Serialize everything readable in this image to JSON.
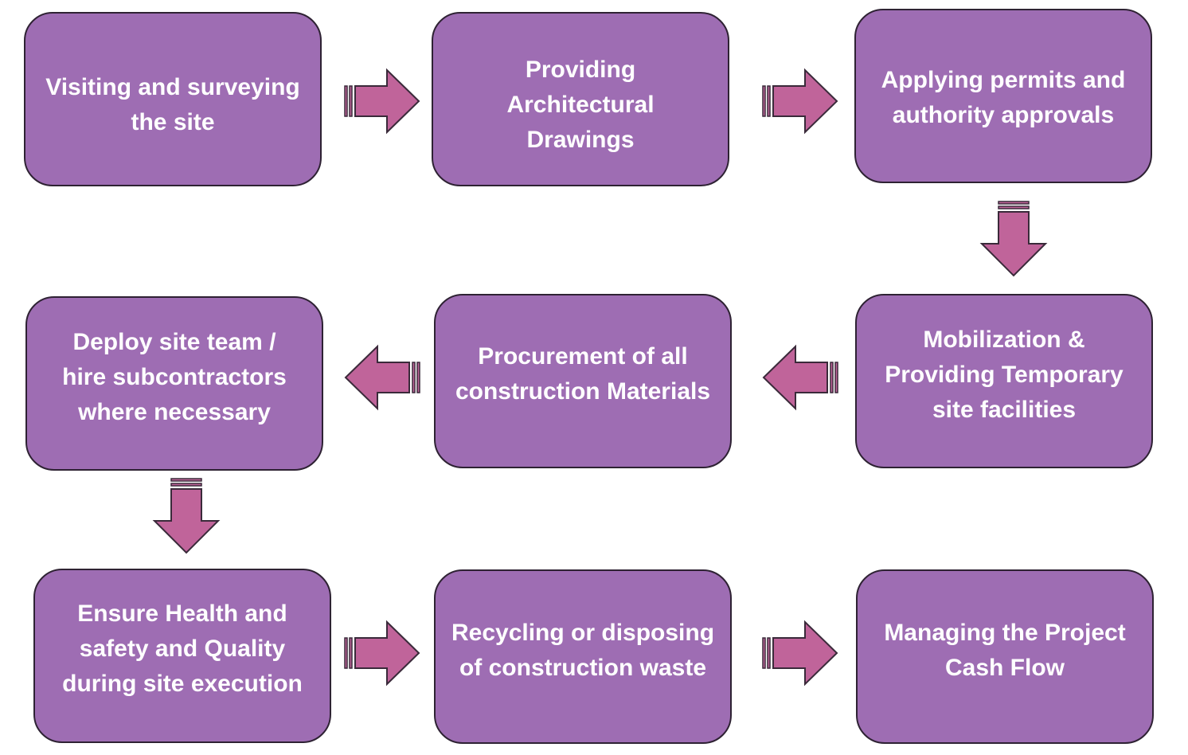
{
  "steps": [
    {
      "label": "Visiting and surveying\nthe site"
    },
    {
      "label": "Providing\nArchitectural\nDrawings"
    },
    {
      "label": "Applying permits and\nauthority approvals"
    },
    {
      "label": "Mobilization &\nProviding Temporary\nsite facilities"
    },
    {
      "label": "Procurement of all\nconstruction Materials"
    },
    {
      "label": "Deploy site team /\nhire subcontractors\nwhere necessary"
    },
    {
      "label": "Ensure Health and\nsafety and Quality\nduring site execution"
    },
    {
      "label": "Recycling or disposing\nof construction waste"
    },
    {
      "label": "Managing the Project\nCash Flow"
    }
  ],
  "colors": {
    "box_fill": "#9e6db3",
    "box_border": "#2e2233",
    "arrow_fill": "#c0649a",
    "arrow_stroke": "#3a2a3a",
    "text": "#ffffff"
  }
}
